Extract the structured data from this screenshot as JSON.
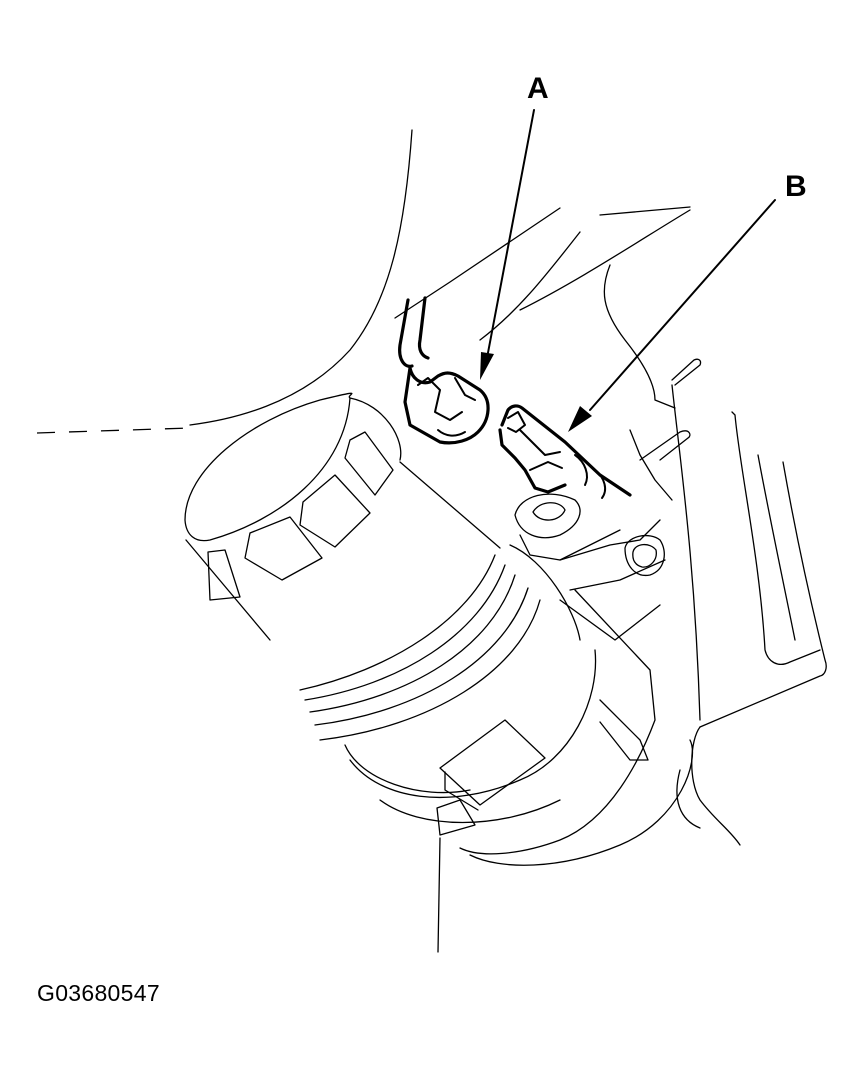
{
  "figure": {
    "id": "G03680547",
    "type": "service manual line illustration",
    "subject": "oil filter housing with sensor connector"
  },
  "callouts": [
    {
      "label": "A",
      "target": "connector"
    },
    {
      "label": "B",
      "target": "sensor"
    }
  ],
  "colors": {
    "background": "#ffffff",
    "linework": "#000000"
  }
}
